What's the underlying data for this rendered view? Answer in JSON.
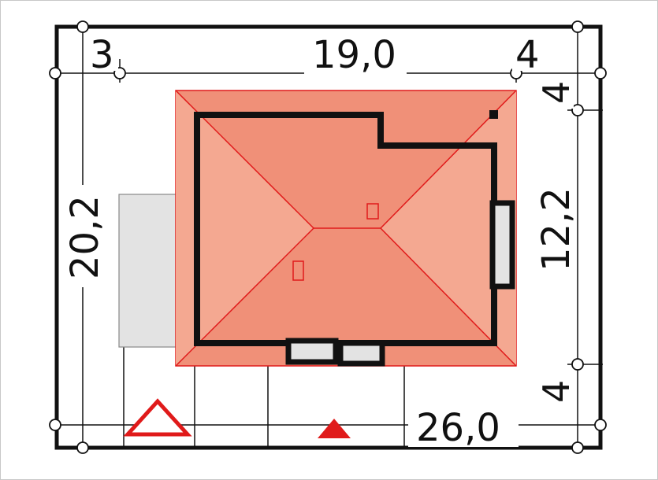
{
  "diagram": {
    "dimensions": {
      "top_left_offset": "3",
      "top_width": "19,0",
      "top_right_offset": "4",
      "right_top_offset": "4",
      "right_height": "12,2",
      "right_bottom_offset": "4",
      "left_height": "20,2",
      "bottom_width": "26,0"
    }
  },
  "colors": {
    "roof_fill": "#ee8f74",
    "roof_light": "#f4ab93",
    "roof_line": "#e01a1a",
    "wall": "#111111",
    "annex": "#e3e3e3",
    "arrow": "#e01a1a",
    "frame": "#111111"
  },
  "icons": {
    "entrance_marker": "outline-triangle-icon",
    "north_marker": "filled-triangle-icon"
  }
}
